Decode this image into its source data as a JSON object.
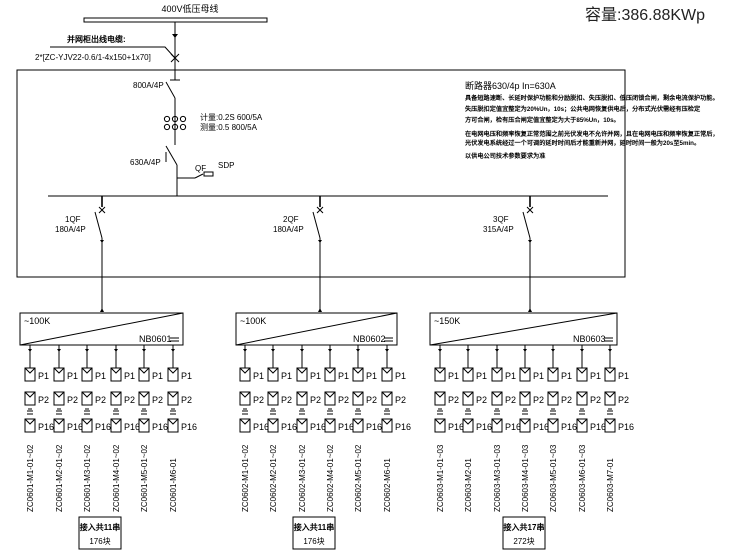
{
  "bus_title": "400V低压母线",
  "capacity": "容量:386.88KWp",
  "cable": {
    "title": "并网柜出线电缆:",
    "spec": "2*[ZC-YJV22-0.6/1-4x150+1x70]"
  },
  "main_breaker": "800A/4P",
  "ct": {
    "metering": "计量:0.2S 600/5A",
    "measuring": "测量:0.5 800/5A"
  },
  "grid_breaker": "630A/4P",
  "spd": {
    "qf": "QF",
    "sdp": "SDP"
  },
  "notes": [
    "断路器630/4p In=630A",
    "具备短路速断、长延时保护功能和分励脱扣、失压脱扣、低压闭锁合闸，剩余电流保护功能。",
    "失压脱扣定值宜整定为20%Un，10s；公共电网恢复供电后，分布式光伏需经有压检定",
    "方可合闸，检有压合闸定值宜整定为大于85%Un，10s。",
    "在电网电压和频率恢复正常范围之前光伏发电不允许并网，且在电网电压和频率恢复正常后，",
    "光伏发电系统经过一个可调的延时时间后才能重新并网，延时时间一般为20s至5min。",
    "以供电公司技术参数要求为准"
  ],
  "feeders": [
    {
      "breaker": "1QF",
      "rating": "180A/4P",
      "inverter": {
        "power": "~100K",
        "id": "NB0601"
      },
      "panels": [
        "P1",
        "P2",
        "P16"
      ],
      "strings": [
        "ZC0601-M1-01~02",
        "ZC0601-M2-01~02",
        "ZC0601-M3-01~02",
        "ZC0601-M4-01~02",
        "ZC0601-M5-01~02",
        "ZC0601-M6-01"
      ],
      "summary": [
        "接入共11串",
        "176块"
      ]
    },
    {
      "breaker": "2QF",
      "rating": "180A/4P",
      "inverter": {
        "power": "~100K",
        "id": "NB0602"
      },
      "panels": [
        "P1",
        "P2",
        "P16"
      ],
      "strings": [
        "ZC0602-M1-01~02",
        "ZC0602-M2-01~02",
        "ZC0602-M3-01~02",
        "ZC0602-M4-01~02",
        "ZC0602-M5-01~02",
        "ZC0602-M6-01"
      ],
      "summary": [
        "接入共11串",
        "176块"
      ]
    },
    {
      "breaker": "3QF",
      "rating": "315A/4P",
      "inverter": {
        "power": "~150K",
        "id": "NB0603"
      },
      "panels": [
        "P1",
        "P2",
        "P16"
      ],
      "strings": [
        "ZC0603-M1-01~03",
        "ZC0603-M2-01",
        "ZC0603-M3-01~03",
        "ZC0603-M4-01~03",
        "ZC0603-M5-01~03",
        "ZC0603-M6-01~03",
        "ZC0603-M7-01"
      ],
      "summary": [
        "接入共17串",
        "272块"
      ]
    }
  ]
}
